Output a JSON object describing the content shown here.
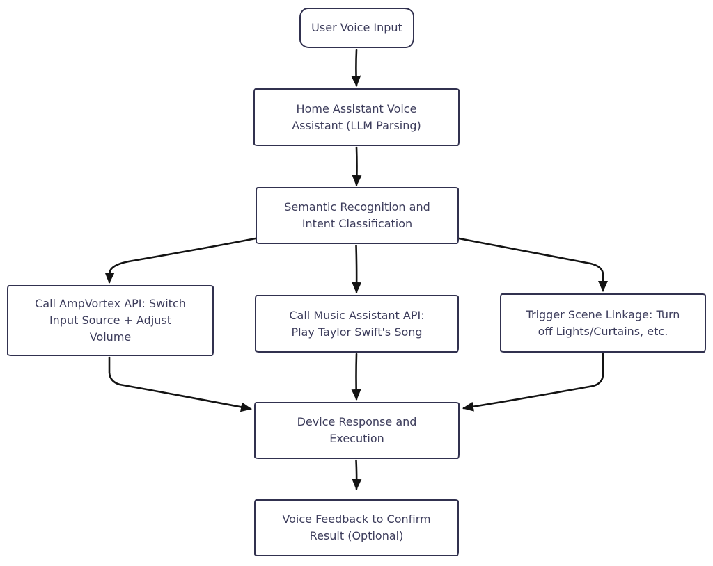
{
  "diagram": {
    "type": "flowchart",
    "style": {
      "background": "#ffffff",
      "node_border_color": "#31314f",
      "node_fill_color": "#ffffff",
      "text_color": "#3d3d5c",
      "arrow_color": "#131313"
    },
    "nodes": [
      {
        "id": "user-voice-input",
        "shape": "rounded-rectangle",
        "label": "User Voice Input"
      },
      {
        "id": "home-assistant-voice-assistant",
        "shape": "rectangle",
        "label": "Home Assistant Voice\nAssistant (LLM Parsing)"
      },
      {
        "id": "semantic-recognition",
        "shape": "rectangle",
        "label": "Semantic Recognition and\nIntent Classification"
      },
      {
        "id": "call-ampvortex-api",
        "shape": "rectangle",
        "label": "Call AmpVortex API: Switch\nInput Source + Adjust\nVolume"
      },
      {
        "id": "call-music-assistant-api",
        "shape": "rectangle",
        "label": "Call Music Assistant API:\nPlay Taylor Swift's Song"
      },
      {
        "id": "trigger-scene-linkage",
        "shape": "rectangle",
        "label": "Trigger Scene Linkage: Turn\noff Lights/Curtains, etc."
      },
      {
        "id": "device-response",
        "shape": "rectangle",
        "label": "Device Response and\nExecution"
      },
      {
        "id": "voice-feedback",
        "shape": "rectangle",
        "label": "Voice Feedback to Confirm\nResult (Optional)"
      }
    ],
    "edges": [
      {
        "from": "user-voice-input",
        "to": "home-assistant-voice-assistant"
      },
      {
        "from": "home-assistant-voice-assistant",
        "to": "semantic-recognition"
      },
      {
        "from": "semantic-recognition",
        "to": "call-ampvortex-api"
      },
      {
        "from": "semantic-recognition",
        "to": "call-music-assistant-api"
      },
      {
        "from": "semantic-recognition",
        "to": "trigger-scene-linkage"
      },
      {
        "from": "call-ampvortex-api",
        "to": "device-response"
      },
      {
        "from": "call-music-assistant-api",
        "to": "device-response"
      },
      {
        "from": "trigger-scene-linkage",
        "to": "device-response"
      },
      {
        "from": "device-response",
        "to": "voice-feedback"
      }
    ]
  }
}
